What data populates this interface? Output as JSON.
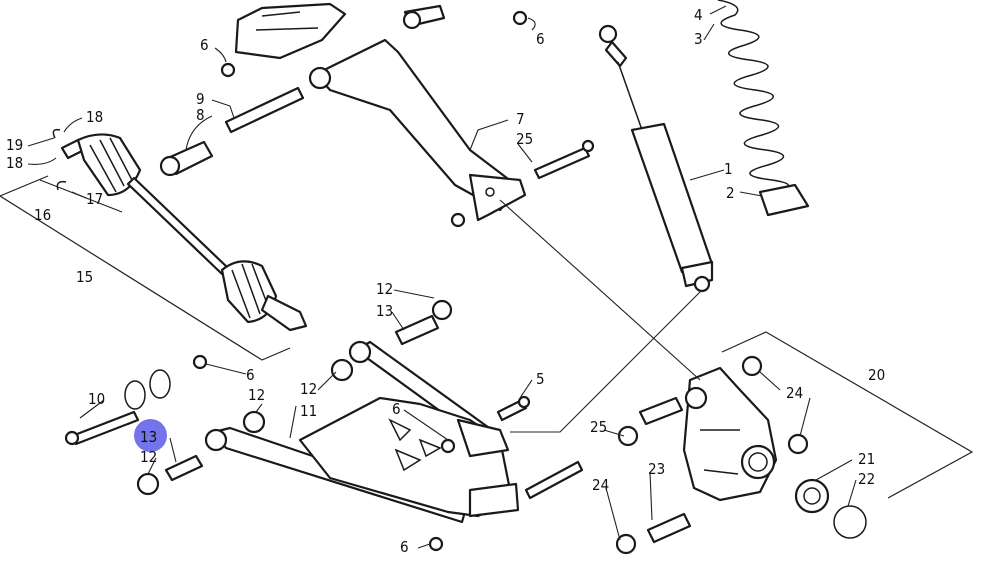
{
  "diagram": {
    "callouts": [
      {
        "id": "c6a",
        "text": "6"
      },
      {
        "id": "c9",
        "text": "9"
      },
      {
        "id": "c8",
        "text": "8"
      },
      {
        "id": "c18a",
        "text": "18"
      },
      {
        "id": "c19",
        "text": "19"
      },
      {
        "id": "c18b",
        "text": "18"
      },
      {
        "id": "c17",
        "text": "17"
      },
      {
        "id": "c16",
        "text": "16"
      },
      {
        "id": "c15",
        "text": "15"
      },
      {
        "id": "c6b",
        "text": "6"
      },
      {
        "id": "c7",
        "text": "7"
      },
      {
        "id": "c25a",
        "text": "25"
      },
      {
        "id": "c4",
        "text": "4"
      },
      {
        "id": "c3",
        "text": "3"
      },
      {
        "id": "c1",
        "text": "1"
      },
      {
        "id": "c2",
        "text": "2"
      },
      {
        "id": "c12a",
        "text": "12"
      },
      {
        "id": "c13a",
        "text": "13"
      },
      {
        "id": "c12b",
        "text": "12"
      },
      {
        "id": "c11",
        "text": "11"
      },
      {
        "id": "c6c",
        "text": "6"
      },
      {
        "id": "c5",
        "text": "5"
      },
      {
        "id": "c6d",
        "text": "6"
      },
      {
        "id": "c12c",
        "text": "12"
      },
      {
        "id": "c10",
        "text": "10"
      },
      {
        "id": "c13b",
        "text": "13"
      },
      {
        "id": "c12d",
        "text": "12"
      },
      {
        "id": "c6e",
        "text": "6"
      },
      {
        "id": "c20",
        "text": "20"
      },
      {
        "id": "c24a",
        "text": "24"
      },
      {
        "id": "c25b",
        "text": "25"
      },
      {
        "id": "c23",
        "text": "23"
      },
      {
        "id": "c24b",
        "text": "24"
      },
      {
        "id": "c21",
        "text": "21"
      },
      {
        "id": "c22",
        "text": "22"
      }
    ],
    "highlight_color": "#5a5ae8",
    "line_color": "#1a1a1a"
  }
}
